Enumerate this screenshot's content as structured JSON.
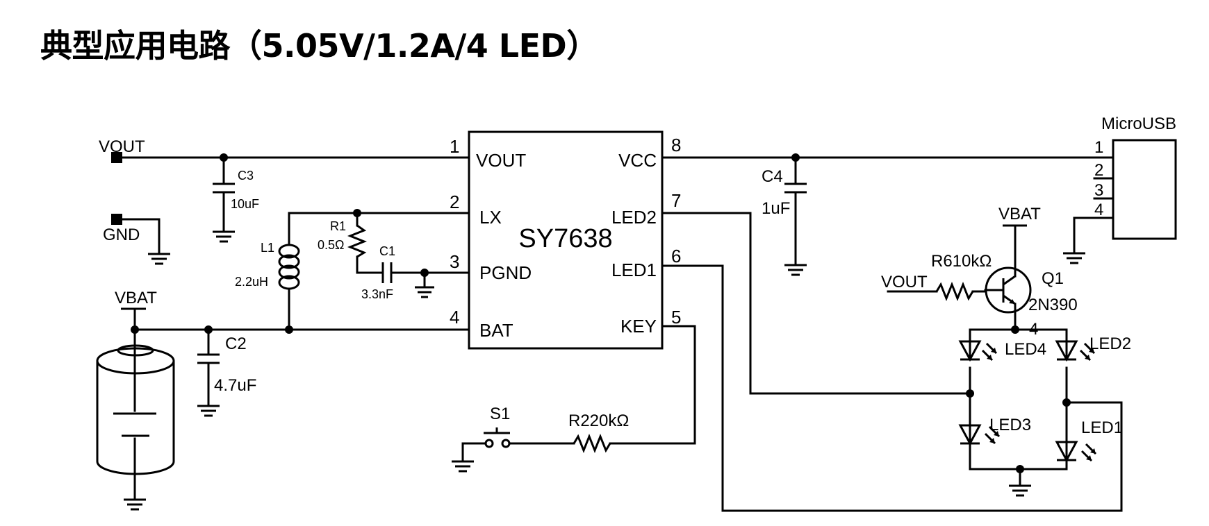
{
  "title": "典型应用电路（5.05V/1.2A/4 LED）",
  "ic": {
    "name": "SY7638",
    "pins_left": [
      {
        "num": "1",
        "name": "VOUT"
      },
      {
        "num": "2",
        "name": "LX"
      },
      {
        "num": "3",
        "name": "PGND"
      },
      {
        "num": "4",
        "name": "BAT"
      }
    ],
    "pins_right": [
      {
        "num": "8",
        "name": "VCC"
      },
      {
        "num": "7",
        "name": "LED2"
      },
      {
        "num": "6",
        "name": "LED1"
      },
      {
        "num": "5",
        "name": "KEY"
      }
    ]
  },
  "nets": {
    "vout": "VOUT",
    "gnd": "GND",
    "vbat": "VBAT",
    "vbat2": "VBAT",
    "vout2": "VOUT"
  },
  "components": {
    "c3": {
      "ref": "C3",
      "value": "10uF"
    },
    "c2": {
      "ref": "C2",
      "value": "4.7uF"
    },
    "c1": {
      "ref": "C1",
      "value": "3.3nF"
    },
    "c4": {
      "ref": "C4",
      "value": "1uF"
    },
    "l1": {
      "ref": "L1",
      "value": "2.2uH"
    },
    "r1": {
      "ref": "R1",
      "value": "0.5Ω"
    },
    "r2": {
      "label": "R220kΩ"
    },
    "r6": {
      "label": "R610kΩ"
    },
    "s1": {
      "ref": "S1"
    },
    "q1": {
      "ref": "Q1",
      "value": "2N390",
      "pin": "4"
    },
    "leds": [
      "LED4",
      "LED2",
      "LED3",
      "LED1"
    ]
  },
  "usb": {
    "name": "MicroUSB",
    "pins": [
      "1",
      "2",
      "3",
      "4"
    ]
  }
}
